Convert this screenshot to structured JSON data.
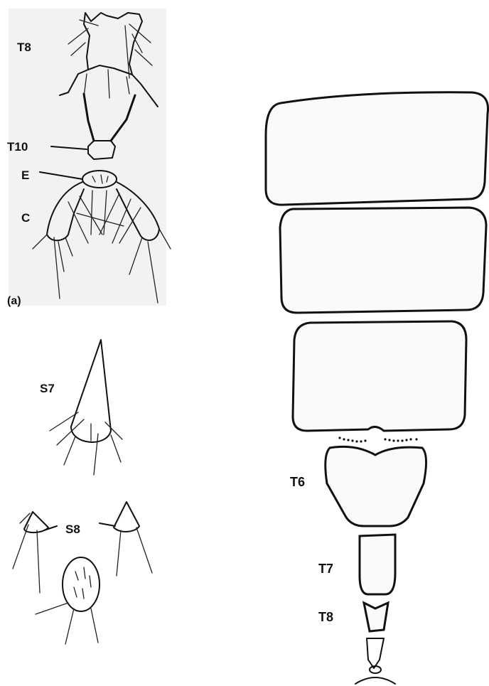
{
  "figure": {
    "left_panel": {
      "panel_tag": "(a)",
      "labels": {
        "t8": "T8",
        "t10": "T10",
        "e": "E",
        "c": "C",
        "s7": "S7",
        "s8": "S8"
      }
    },
    "right_panel": {
      "labels": {
        "t6": "T6",
        "t7": "T7",
        "t8": "T8"
      }
    }
  }
}
